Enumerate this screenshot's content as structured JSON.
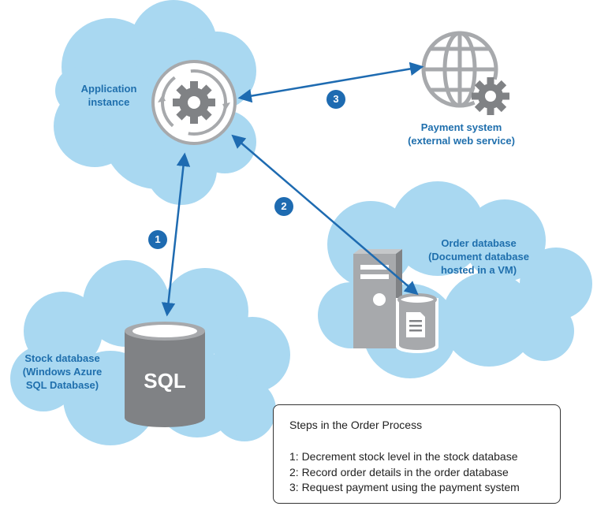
{
  "labels": {
    "application": [
      "Application",
      "instance"
    ],
    "payment": [
      "Payment system",
      "(external web service)"
    ],
    "order_db": [
      "Order database",
      "(Document database",
      "hosted in a VM)"
    ],
    "stock_db": [
      "Stock database",
      "(Windows Azure",
      "SQL Database)"
    ],
    "sql_text": "SQL"
  },
  "steps": [
    {
      "number": "1"
    },
    {
      "number": "2"
    },
    {
      "number": "3"
    }
  ],
  "legend": {
    "title": "Steps in the Order Process",
    "items": [
      "1: Decrement stock level in the stock database",
      "2: Record order details in the order database",
      "3: Request payment using the payment system"
    ]
  },
  "colors": {
    "cloud": "#a9d8f1",
    "accent": "#1e6bb1",
    "label": "#1f6fad",
    "icon_gray": "#a7a9ac",
    "icon_dark": "#808285"
  },
  "icons": [
    "gear-icon",
    "globe-icon",
    "server-icon",
    "document-icon",
    "database-icon"
  ]
}
